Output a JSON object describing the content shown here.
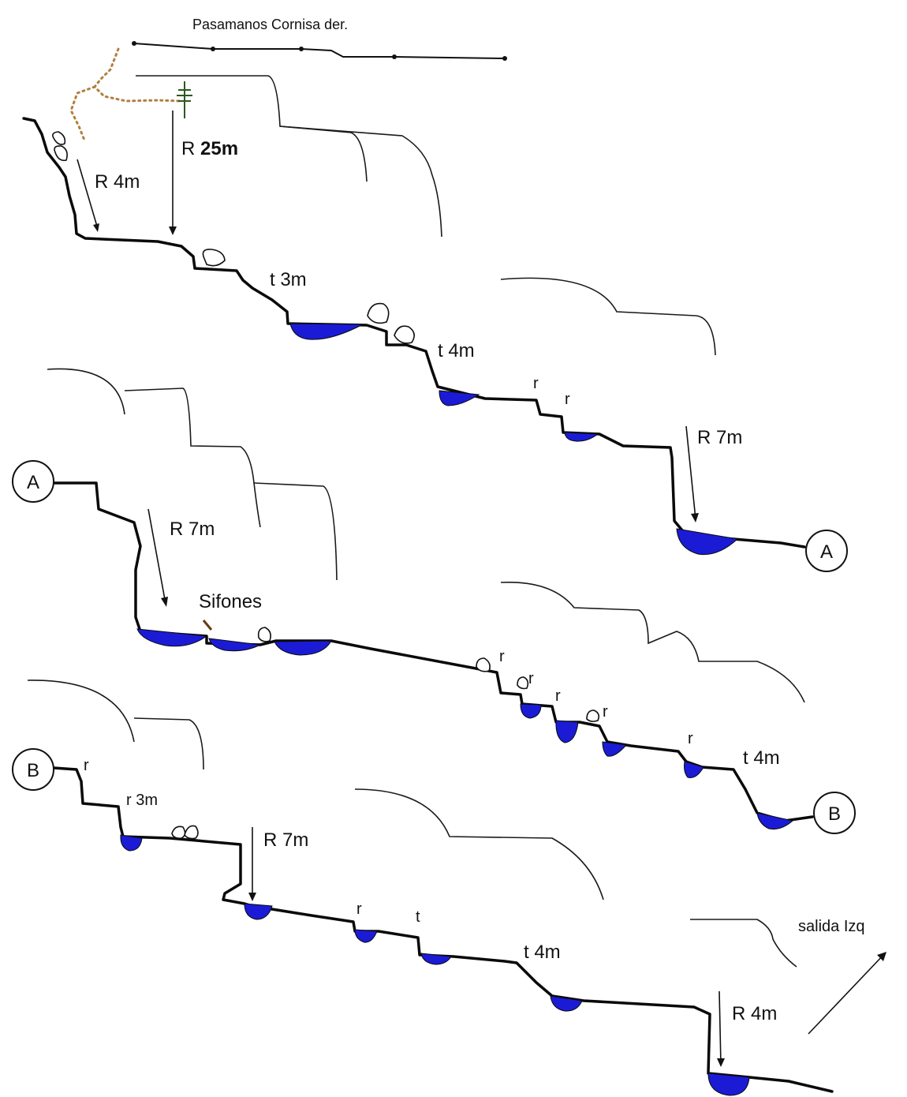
{
  "title": "Pasamanos Cornisa der.",
  "labels": {
    "r4m_top": "R 4m",
    "r25m_prefix": "R ",
    "r25m_value": "25m",
    "t3m": "t 3m",
    "t4m_1": "t 4m",
    "r_1": "r",
    "r_2": "r",
    "r7m_1": "R 7m",
    "r7m_2": "R 7m",
    "sifones": "Sifones",
    "r_3": "r",
    "r_4": "r",
    "r_5": "r",
    "r_6": "r",
    "r_7": "r",
    "t4m_2": "t 4m",
    "r_8": "r",
    "r3m": "r 3m",
    "r7m_3": "R 7m",
    "r_9": "r",
    "t_1": "t",
    "t4m_3": "t 4m",
    "salida": "salida Izq",
    "r4m_bottom": "R 4m"
  },
  "connectors": {
    "a_end": "A",
    "a_start": "A",
    "b_end": "B",
    "b_start": "B"
  },
  "colors": {
    "water": "#1b1bd6",
    "line": "#0a0a0a",
    "trail": "#b08040"
  }
}
